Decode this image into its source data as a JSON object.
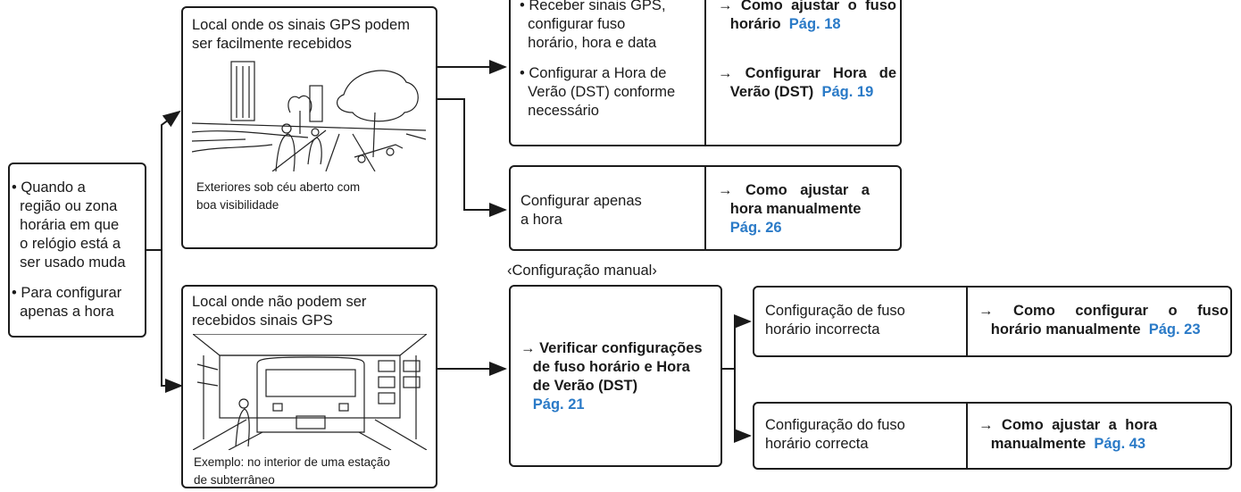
{
  "start": {
    "bullet1": [
      "Quando a",
      "região ou zona",
      "horária em que",
      "o relógio está a",
      "ser usado muda"
    ],
    "bullet2": [
      "Para configurar",
      "apenas a hora"
    ]
  },
  "gps_ok": {
    "title": [
      "Local onde os sinais GPS podem",
      "ser facilmente recebidos"
    ],
    "caption": [
      "Exteriores sob céu aberto com",
      "boa visibilidade"
    ]
  },
  "gps_no": {
    "title": [
      "Local onde não podem ser",
      "recebidos sinais GPS"
    ],
    "caption": [
      "Exemplo: no interior de uma estação",
      "de subterrâneo"
    ]
  },
  "actions_top": {
    "item1": [
      "Receber sinais GPS,",
      "configurar fuso",
      "horário, hora e data"
    ],
    "item2": [
      "Configurar a Hora de",
      "Verão (DST) conforme",
      "necessário"
    ],
    "ref1": {
      "line1": "→ Como ajustar o fuso",
      "line2": "horário",
      "page": "Pág. 18"
    },
    "ref2": {
      "line1": "→ Configurar Hora de",
      "line2": "Verão (DST)",
      "page": "Pág. 19"
    }
  },
  "time_only": {
    "text": [
      "Configurar apenas",
      "a hora"
    ],
    "ref": {
      "line1": "→ Como ajustar a",
      "line2": "hora manualmente",
      "page": "Pág. 26"
    }
  },
  "manual": {
    "heading": "‹Configuração manual›",
    "verify": [
      "→ Verificar configurações",
      "de fuso horário e Hora",
      "de Verão (DST)"
    ],
    "verify_page": "Pág. 21"
  },
  "incorrect": {
    "text": [
      "Configuração de fuso",
      "horário incorrecta"
    ],
    "ref": {
      "line1": "→ Como configurar o fuso",
      "line2": "horário manualmente",
      "page": "Pág. 23"
    }
  },
  "correct": {
    "text": [
      "Configuração do fuso",
      "horário correcta"
    ],
    "ref": {
      "line1": "→ Como ajustar a hora",
      "line2": "manualmente",
      "page": "Pág. 43"
    }
  }
}
